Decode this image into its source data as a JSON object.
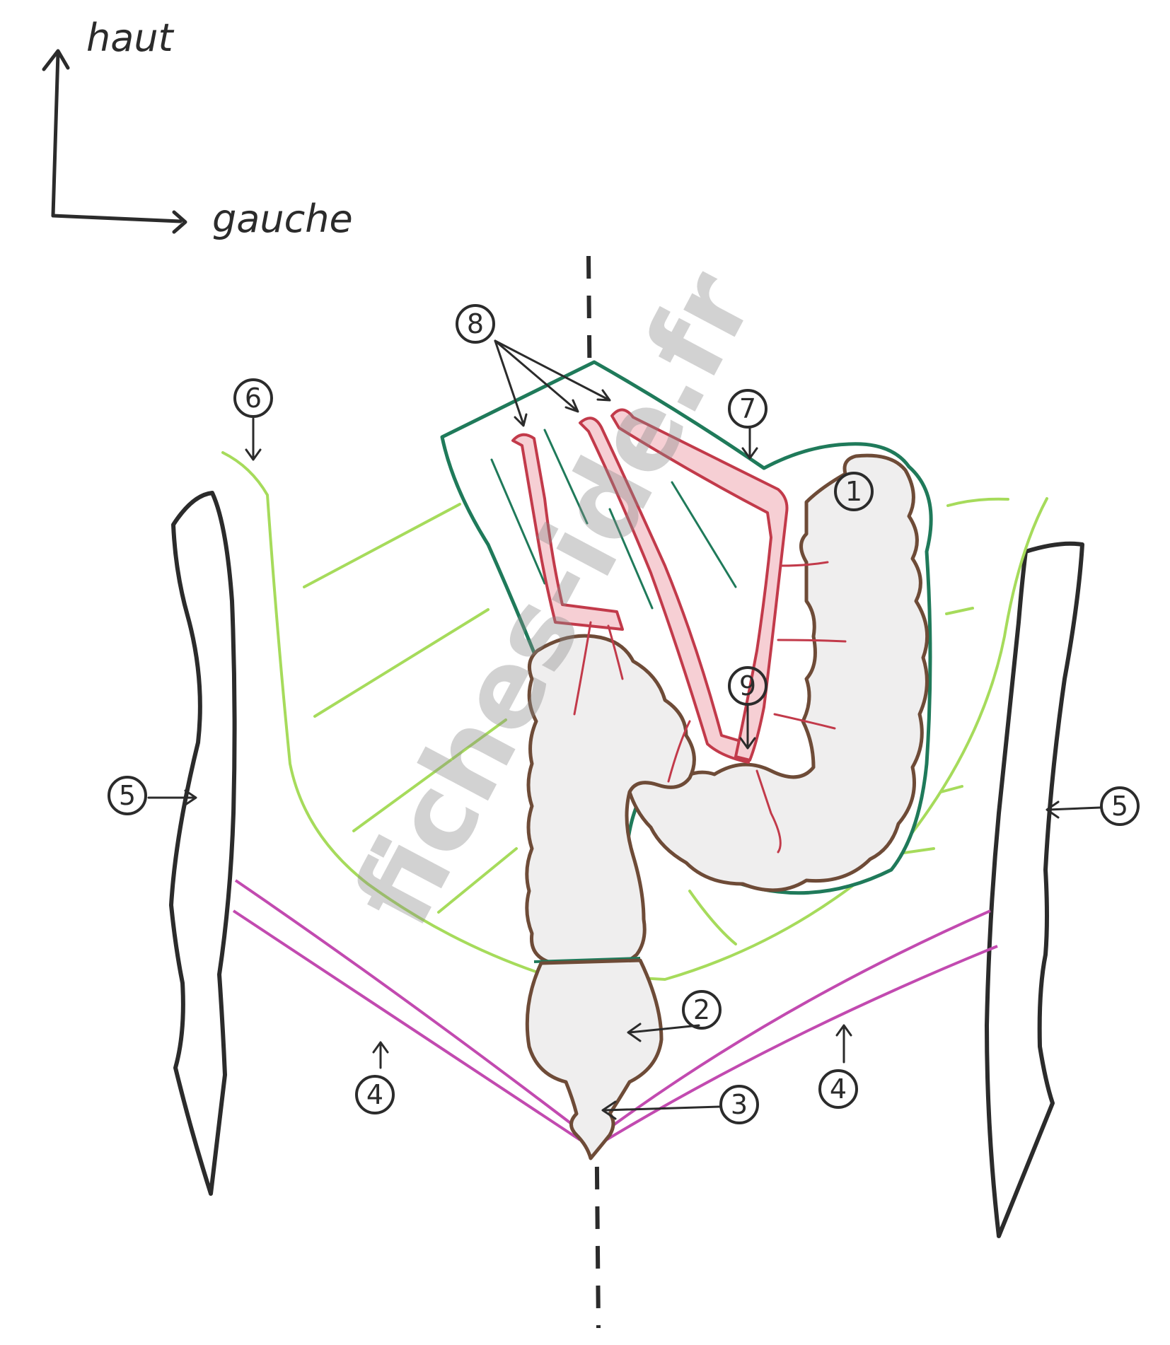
{
  "orientation": {
    "up_label": "haut",
    "left_label": "gauche"
  },
  "labels": [
    "1",
    "2",
    "3",
    "4",
    "4",
    "5",
    "5",
    "6",
    "7",
    "8",
    "9"
  ],
  "watermark": "fiches-ide.fr",
  "colors": {
    "outline": "#2b2b2b",
    "colon": "#6e4b37",
    "mesocolon": "#1f7a5a",
    "peritoneum": "#a6db5b",
    "vessels": "#c23a4a",
    "vessel_fill": "#f6cfd4",
    "iliac_lines": "#c24ab0"
  }
}
